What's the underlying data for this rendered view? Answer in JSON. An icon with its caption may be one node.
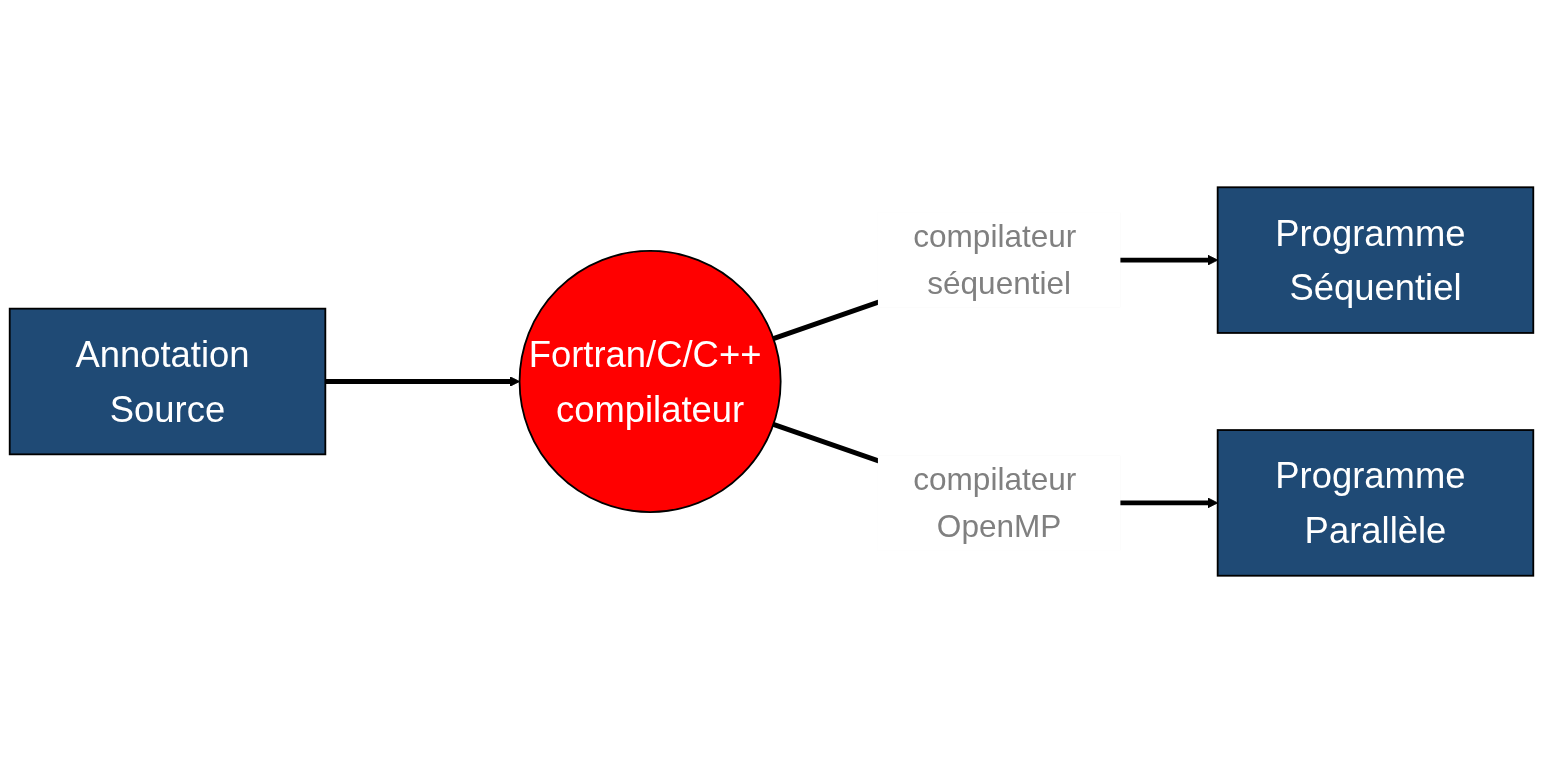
{
  "diagram": {
    "nodes": [
      {
        "text": [
          "Annotation Source"
        ]
      },
      {
        "text": [
          "Fortran/C/C++ compilateur"
        ]
      },
      {
        "text": [
          "Programme Séquentiel"
        ]
      },
      {
        "text": [
          "Programme Parallèle"
        ]
      }
    ],
    "edges": [
      {
        "from": 0,
        "to": 1,
        "arrow": "to"
      },
      {
        "from": 1,
        "to": 2,
        "arrow": "to",
        "label": "compilateur séquentiel"
      },
      {
        "from": 1,
        "to": 3,
        "arrow": "to",
        "label": "compilateur OpenMP"
      }
    ]
  }
}
